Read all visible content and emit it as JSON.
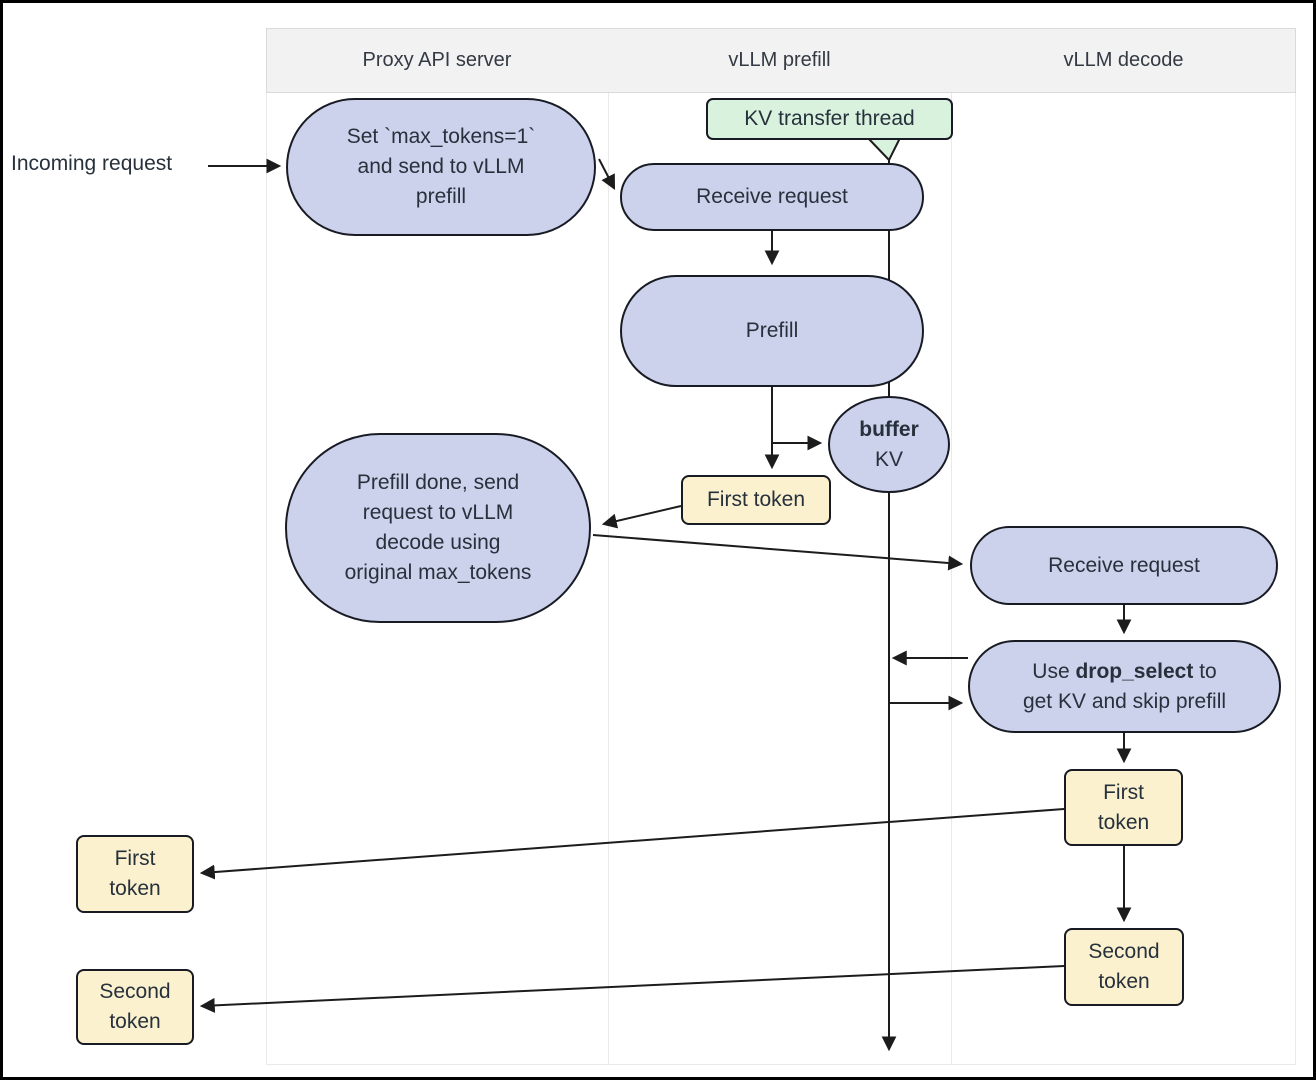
{
  "diagram": {
    "lanes": [
      {
        "label": "Proxy API server"
      },
      {
        "label": "vLLM prefill"
      },
      {
        "label": "vLLM decode"
      }
    ],
    "external_label": "Incoming request",
    "nodes": {
      "set_max_tokens": {
        "lines": [
          "Set `max_tokens=1`",
          "and send to vLLM",
          "prefill"
        ]
      },
      "kv_transfer_thread": {
        "label": "KV transfer thread"
      },
      "receive_request_prefill": {
        "label": "Receive request"
      },
      "prefill": {
        "label": "Prefill"
      },
      "buffer_kv": {
        "bold_line": "buffer",
        "line2": "KV"
      },
      "first_token_prefill": {
        "label": "First token"
      },
      "prefill_done": {
        "lines": [
          "Prefill done, send",
          "request to vLLM",
          "decode using",
          "original max_tokens"
        ]
      },
      "receive_request_decode": {
        "label": "Receive request"
      },
      "drop_select": {
        "line1_pre": "Use ",
        "line1_bold": "drop_select",
        "line1_post": " to",
        "line2": "get KV and skip prefill"
      },
      "first_token_decode": {
        "line1": "First",
        "line2": "token"
      },
      "second_token_decode": {
        "line1": "Second",
        "line2": "token"
      },
      "first_token_out": {
        "line1": "First",
        "line2": "token"
      },
      "second_token_out": {
        "line1": "Second",
        "line2": "token"
      }
    },
    "colors": {
      "process_fill": "#ccd2ec",
      "token_fill": "#fbf1cf",
      "note_fill": "#d9f2de",
      "node_border": "#191b24",
      "edge": "#1c1c1c",
      "lane_header_fill": "#f2f2f2",
      "text": "#27313c"
    }
  }
}
